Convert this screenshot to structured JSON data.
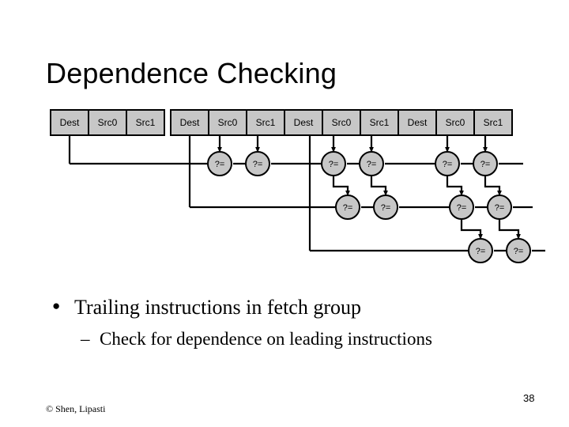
{
  "slide": {
    "title": "Dependence Checking",
    "page_number": "38",
    "copyright": "© Shen, Lipasti"
  },
  "bullets": [
    {
      "level": 1,
      "marker": "●",
      "text": "Trailing instructions in fetch group"
    },
    {
      "level": 2,
      "marker": "–",
      "text": "Check for dependence on leading instructions"
    }
  ],
  "colors": {
    "box_fill": "#c7c7c7",
    "comparator_fill": "#c7c7c7",
    "stroke": "#000000",
    "background": "#ffffff"
  },
  "diagram": {
    "field_labels": [
      "Dest",
      "Src0",
      "Src1"
    ],
    "comparator_label": "?=",
    "instruction_groups": [
      {
        "index": 0,
        "fields": [
          "Dest",
          "Src0",
          "Src1"
        ]
      },
      {
        "index": 1,
        "fields": [
          "Dest",
          "Src0",
          "Src1"
        ]
      },
      {
        "index": 2,
        "fields": [
          "Dest",
          "Src0",
          "Src1"
        ]
      },
      {
        "index": 3,
        "fields": [
          "Dest",
          "Src0",
          "Src1"
        ]
      }
    ],
    "comparator_rows": [
      {
        "row": 1,
        "count": 6,
        "labels": [
          "?=",
          "?=",
          "?=",
          "?=",
          "?=",
          "?="
        ]
      },
      {
        "row": 2,
        "count": 4,
        "labels": [
          "?=",
          "?=",
          "?=",
          "?="
        ]
      },
      {
        "row": 3,
        "count": 2,
        "labels": [
          "?=",
          "?="
        ]
      }
    ],
    "total_comparators": 12
  }
}
